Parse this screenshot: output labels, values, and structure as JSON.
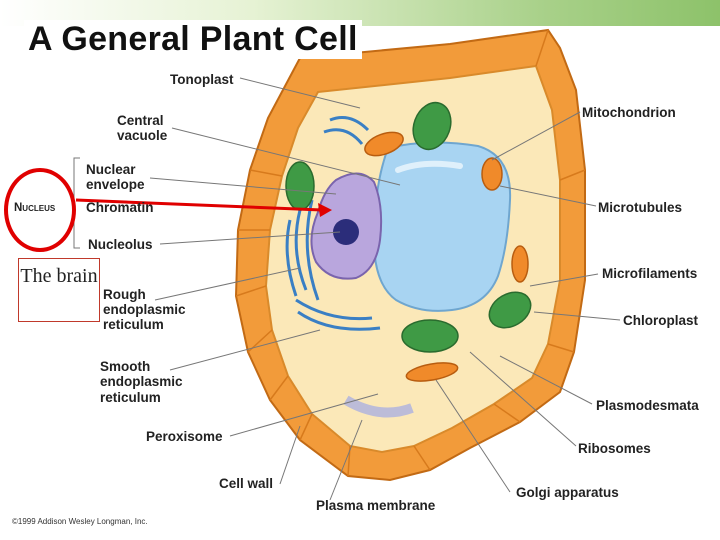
{
  "slide": {
    "title": "A General Plant Cell",
    "annotation": "The brain",
    "copyright": "©1999 Addison Wesley Longman, Inc."
  },
  "labels": {
    "tonoplast": "Tonoplast",
    "central_vacuole_1": "Central",
    "central_vacuole_2": "vacuole",
    "nuclear_envelope_1": "Nuclear",
    "nuclear_envelope_2": "envelope",
    "nucleus": "Nucleus",
    "chromatin": "Chromatin",
    "nucleolus": "Nucleolus",
    "rough_er_1": "Rough",
    "rough_er_2": "endoplasmic",
    "rough_er_3": "reticulum",
    "smooth_er_1": "Smooth",
    "smooth_er_2": "endoplasmic",
    "smooth_er_3": "reticulum",
    "peroxisome": "Peroxisome",
    "cell_wall": "Cell wall",
    "plasma_membrane": "Plasma membrane",
    "golgi": "Golgi apparatus",
    "ribosomes": "Ribosomes",
    "plasmodesmata": "Plasmodesmata",
    "chloroplast": "Chloroplast",
    "microfilaments": "Microfilaments",
    "microtubules": "Microtubules",
    "mitochondrion": "Mitochondrion"
  },
  "colors": {
    "cell_wall": "#f29b3a",
    "cytoplasm": "#fbe8b8",
    "vacuole": "#a8d4f2",
    "nucleus": "#b9a6dd",
    "nucleolus": "#2b2d7a",
    "chloroplast": "#3f9a45",
    "mitochondrion": "#f08a2a",
    "er": "#3a7fc4",
    "annotation": "#e00000"
  }
}
